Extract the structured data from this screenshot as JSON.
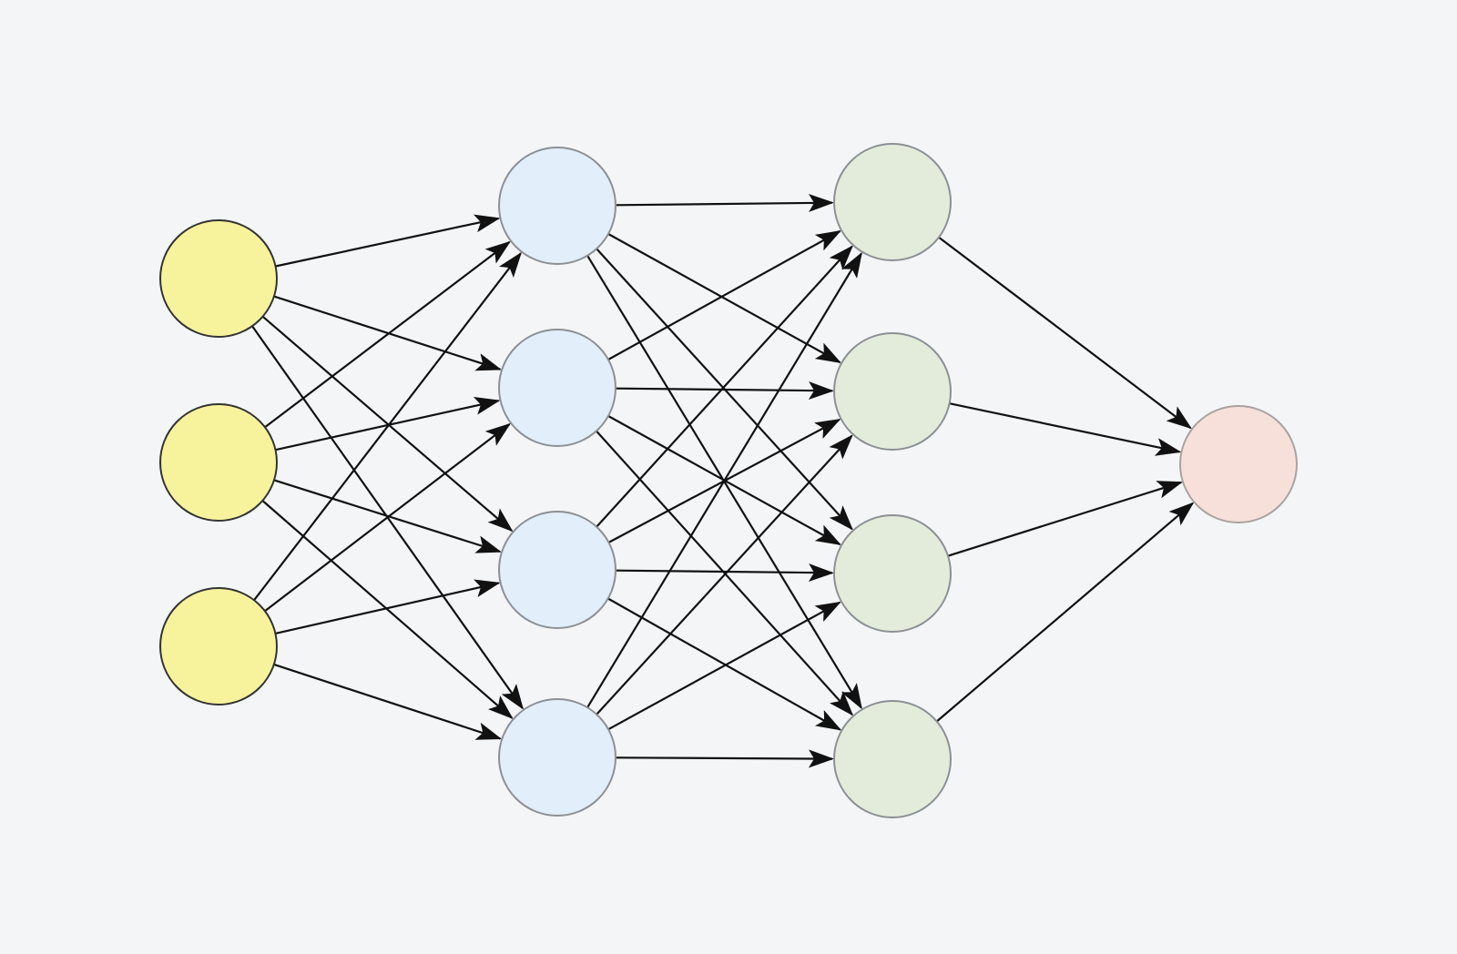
{
  "diagram": {
    "type": "neural-network",
    "background": "#f4f5f7",
    "edge_color": "#111111",
    "layers": [
      {
        "name": "input",
        "neuron_count": 3,
        "fill": "#f7f39c",
        "stroke": "#333333",
        "connects_to": "hidden1"
      },
      {
        "name": "hidden1",
        "neuron_count": 4,
        "fill": "#e2eef9",
        "stroke": "#8c9095",
        "connects_to": "hidden2"
      },
      {
        "name": "hidden2",
        "neuron_count": 4,
        "fill": "#e3ecdb",
        "stroke": "#8c9095",
        "connects_to": "output"
      },
      {
        "name": "output",
        "neuron_count": 1,
        "fill": "#f7e0da",
        "stroke": "#a9a2a0",
        "connects_to": null
      }
    ],
    "connectivity": "fully-connected"
  }
}
